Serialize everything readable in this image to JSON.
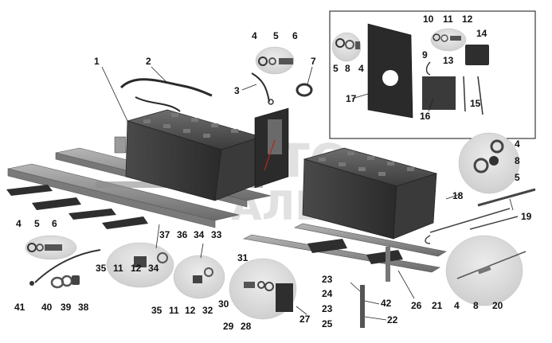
{
  "watermark": {
    "line1": "АВТО",
    "line2": "АЛЬЯНС"
  },
  "callouts": [
    "1",
    "2",
    "3",
    "4",
    "5",
    "6",
    "7",
    "8",
    "9",
    "10",
    "11",
    "12",
    "13",
    "14",
    "15",
    "16",
    "17",
    "18",
    "19",
    "20",
    "21",
    "22",
    "23",
    "24",
    "25",
    "26",
    "27",
    "28",
    "29",
    "30",
    "31",
    "32",
    "33",
    "34",
    "35",
    "36",
    "37",
    "38",
    "39",
    "40",
    "41",
    "42"
  ],
  "colors": {
    "metal": "#8a8a8a",
    "dark_metal": "#3a3a3a",
    "battery": "#555555",
    "callout_bubble": "#d9d9d9",
    "accent_red": "#b3261e"
  }
}
